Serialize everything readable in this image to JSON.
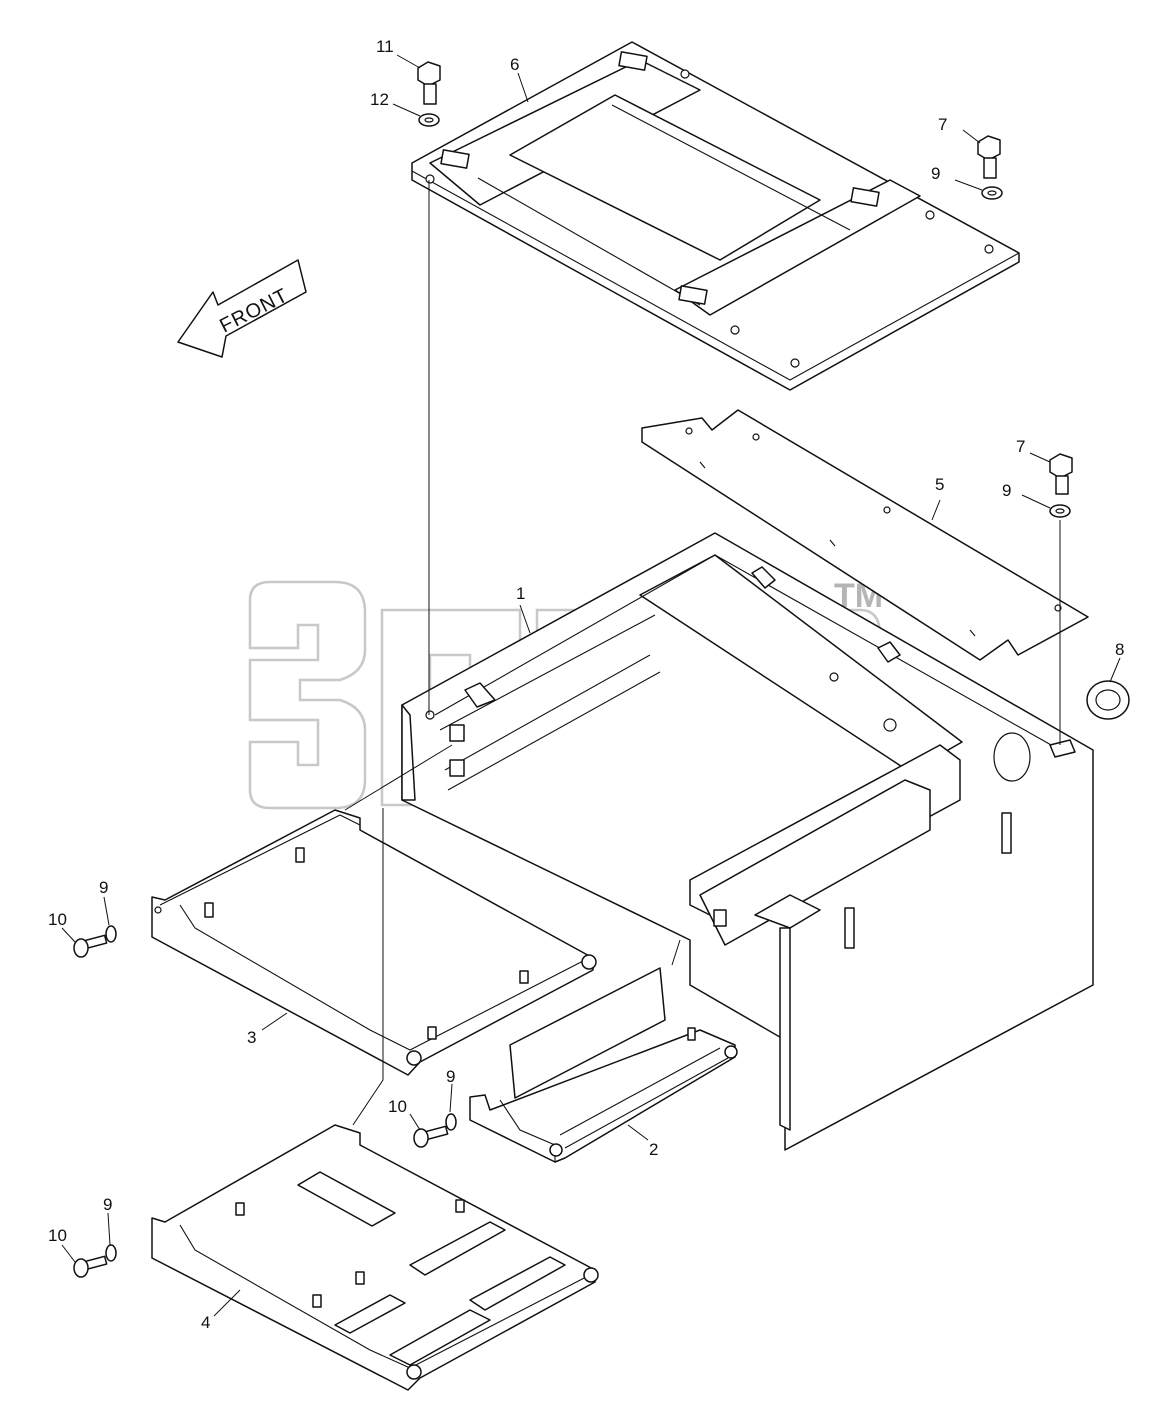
{
  "direction_label": "FRONT",
  "watermark_mark": "TM",
  "callouts": [
    {
      "part": "frame",
      "label": "1"
    },
    {
      "part": "panel-side",
      "label": "2"
    },
    {
      "part": "tray-upper",
      "label": "3"
    },
    {
      "part": "tray-lower",
      "label": "4"
    },
    {
      "part": "cover-strip",
      "label": "5"
    },
    {
      "part": "top-plate",
      "label": "6"
    },
    {
      "part": "bolt-a",
      "label": "7"
    },
    {
      "part": "bolt-b",
      "label": "7"
    },
    {
      "part": "grommet",
      "label": "8"
    },
    {
      "part": "washer-a",
      "label": "9"
    },
    {
      "part": "washer-b",
      "label": "9"
    },
    {
      "part": "washer-c",
      "label": "9"
    },
    {
      "part": "washer-d",
      "label": "9"
    },
    {
      "part": "washer-e",
      "label": "9"
    },
    {
      "part": "screw-a",
      "label": "10"
    },
    {
      "part": "screw-b",
      "label": "10"
    },
    {
      "part": "screw-c",
      "label": "10"
    },
    {
      "part": "bolt-top",
      "label": "11"
    },
    {
      "part": "washer-top",
      "label": "12"
    }
  ]
}
